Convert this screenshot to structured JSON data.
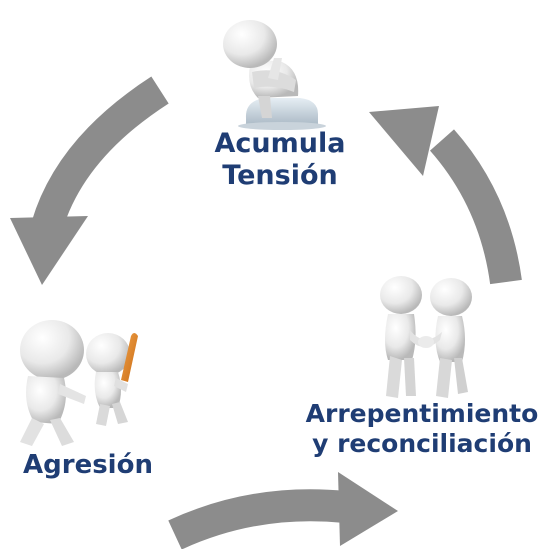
{
  "cycle": {
    "stages": [
      {
        "id": "tension",
        "line1": "Acumula",
        "line2": "Tensión"
      },
      {
        "id": "aggression",
        "line1": "Agresión"
      },
      {
        "id": "reconciliation",
        "line1": "Arrepentimiento",
        "line2": "y reconciliación"
      }
    ],
    "arrow_color": "#8c8c8c",
    "label_color": "#1f3d74"
  }
}
